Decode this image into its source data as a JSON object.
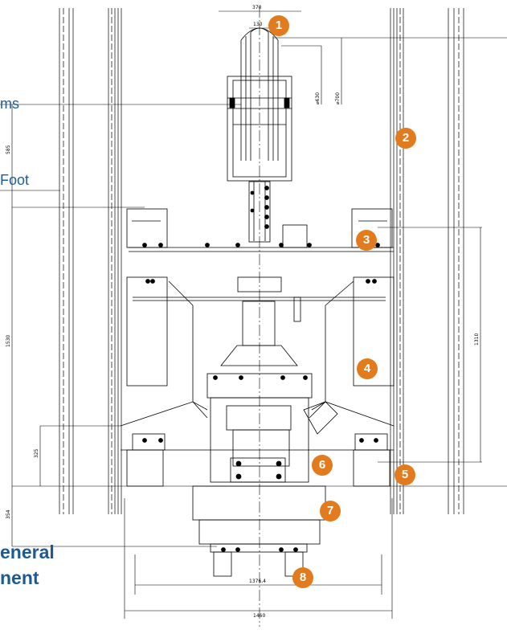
{
  "fragments": {
    "top": "ms",
    "middle": "Foot",
    "heading_line1": "eneral",
    "heading_line2": "nent"
  },
  "callouts": [
    "1",
    "2",
    "3",
    "4",
    "5",
    "6",
    "7",
    "8"
  ],
  "dimensions": {
    "top_width": "370",
    "inner_width": "130",
    "dia_small": "⌀630",
    "dia_large": "⌀700",
    "left_upper": "585",
    "left_main": "1530",
    "left_lower": "325",
    "left_bottom": "354",
    "right_main": "1310",
    "bottom_inner": "1376,4",
    "bottom_outer": "1460"
  },
  "colors": {
    "callout": "#e27a1e",
    "heading": "#1d5a94",
    "line": "#000000"
  }
}
